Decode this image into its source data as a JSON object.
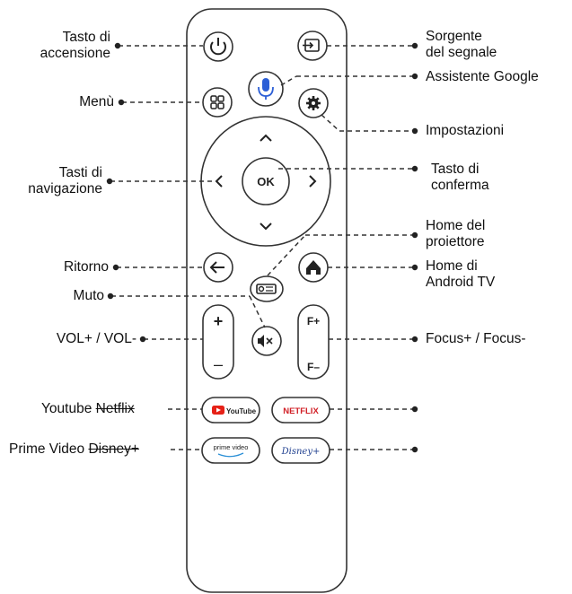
{
  "labels": {
    "power": [
      "Tasto di",
      "accensione"
    ],
    "menu": "Menù",
    "navigation": [
      "Tasti di",
      "navigazione"
    ],
    "back": "Ritorno",
    "mute": "Muto",
    "volume": "VOL+ / VOL-",
    "youtube_netflix": {
      "left": "Youtube ",
      "right": "Netflix"
    },
    "prime_disney": {
      "left": "Prime Video ",
      "right": "Disney+"
    },
    "source": [
      "Sorgente",
      "del segnale"
    ],
    "assistant": "Assistente Google",
    "settings": "Impostazioni",
    "ok_confirm": [
      "Tasto di",
      "conferma"
    ],
    "projector_home": [
      "Home del",
      "proiettore"
    ],
    "android_home": [
      "Home di",
      "Android TV"
    ],
    "focus": "Focus+ / Focus-"
  },
  "buttons": {
    "ok": "OK",
    "vol_plus": "+",
    "vol_minus": "–",
    "focus_plus": "F+",
    "focus_minus": "F–",
    "youtube": "YouTube",
    "netflix": "NETFLIX",
    "prime": "prime video",
    "disney": "Disney+"
  },
  "colors": {
    "line": "#333333",
    "youtube_red": "#e62117",
    "netflix_red": "#d11f26",
    "assistant_blue": "#2c5fd6",
    "disney_blue": "#1f3f8f"
  }
}
